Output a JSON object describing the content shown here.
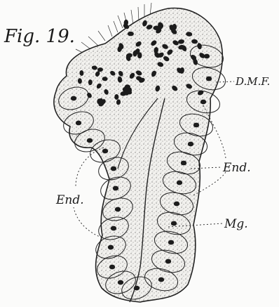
{
  "figure": {
    "title": "Fig. 19.",
    "labels": {
      "dmf": "D.M.F.",
      "end_right": "End.",
      "end_left": "End.",
      "mg": "Mg."
    }
  }
}
